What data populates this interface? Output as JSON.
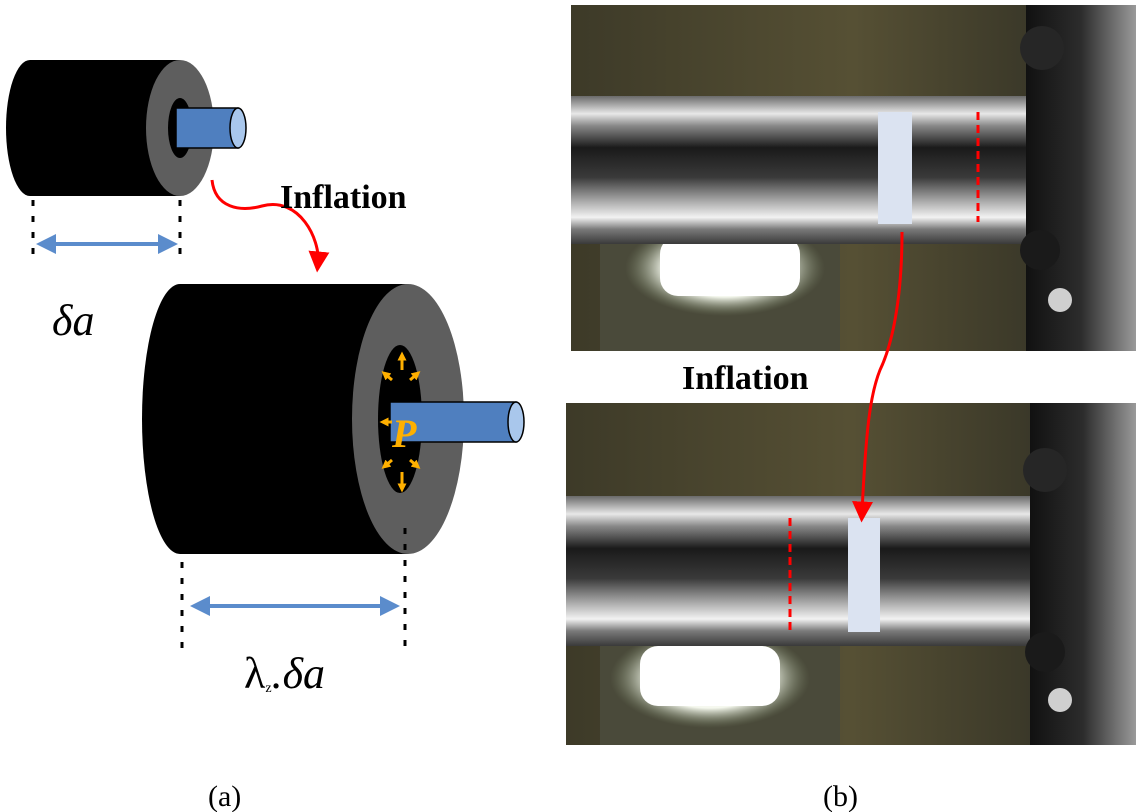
{
  "panel_a": {
    "caption": "(a)",
    "inflation_label": "Inflation",
    "initial_length_label": "δa",
    "stretched_length_lambda": "λ",
    "stretched_length_sub": "z",
    "stretched_length_rest": ".δa",
    "pressure_label": "P"
  },
  "panel_b": {
    "caption": "(b)",
    "inflation_label": "Inflation"
  },
  "colors": {
    "tube": "#4f7fbf",
    "arrow_red": "#ff0000",
    "dimension_blue": "#5b8ccc",
    "pressure_orange": "#ffb000",
    "marker_band": "#dbe3f1"
  }
}
